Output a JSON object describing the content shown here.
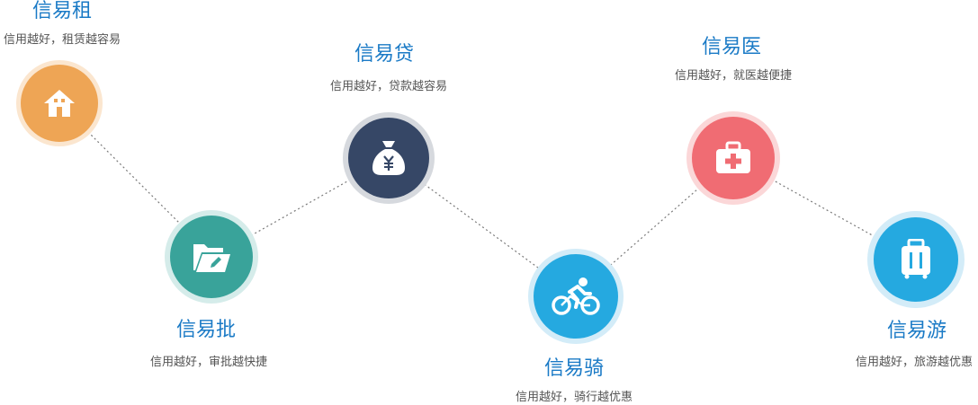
{
  "colors": {
    "title_text": "#1a7ac6",
    "connector": "#7a7a7a",
    "rent": "#eea555",
    "approve": "#39a39a",
    "loan": "#364766",
    "ride": "#25a9e0",
    "medical": "#f06c73",
    "travel": "#25a9e0"
  },
  "items": [
    {
      "key": "rent",
      "title": "信易租",
      "desc": "信用越好，租赁越容易",
      "icon": "home-icon"
    },
    {
      "key": "approve",
      "title": "信易批",
      "desc": "信用越好，审批越快捷",
      "icon": "folder-edit-icon"
    },
    {
      "key": "loan",
      "title": "信易贷",
      "desc": "信用越好，贷款越容易",
      "icon": "money-bag-icon"
    },
    {
      "key": "ride",
      "title": "信易骑",
      "desc": "信用越好，骑行越优惠",
      "icon": "bicycle-icon"
    },
    {
      "key": "medical",
      "title": "信易医",
      "desc": "信用越好，就医越便捷",
      "icon": "medical-kit-icon"
    },
    {
      "key": "travel",
      "title": "信易游",
      "desc": "信用越好，旅游越优惠",
      "icon": "luggage-icon"
    }
  ]
}
